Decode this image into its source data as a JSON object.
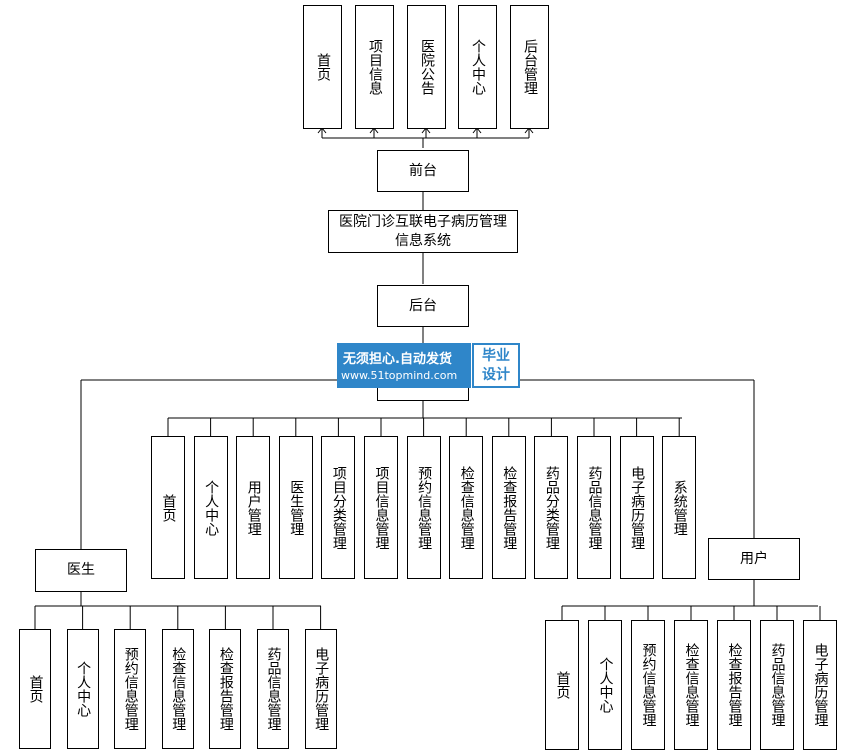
{
  "root": "医院门诊互联电子病历管理信息系统",
  "frontend": {
    "label": "前台",
    "children": [
      "首页",
      "项目信息",
      "医院公告",
      "个人中心",
      "后台管理"
    ]
  },
  "backend": {
    "label": "后台",
    "admin_children": [
      "首页",
      "个人中心",
      "用户管理",
      "医生管理",
      "项目分类管理",
      "项目信息管理",
      "预约信息管理",
      "检查信息管理",
      "检查报告管理",
      "药品分类管理",
      "药品信息管理",
      "电子病历管理",
      "系统管理"
    ],
    "doctor": {
      "label": "医生",
      "children": [
        "首页",
        "个人中心",
        "预约信息管理",
        "检查信息管理",
        "检查报告管理",
        "药品信息管理",
        "电子病历管理"
      ]
    },
    "user": {
      "label": "用户",
      "children": [
        "首页",
        "个人中心",
        "预约信息管理",
        "检查信息管理",
        "检查报告管理",
        "药品信息管理",
        "电子病历管理"
      ]
    }
  },
  "watermark": {
    "line1": "无须担心.自动发货",
    "line2": "www.51topmind.com",
    "badge": "毕业设计"
  }
}
